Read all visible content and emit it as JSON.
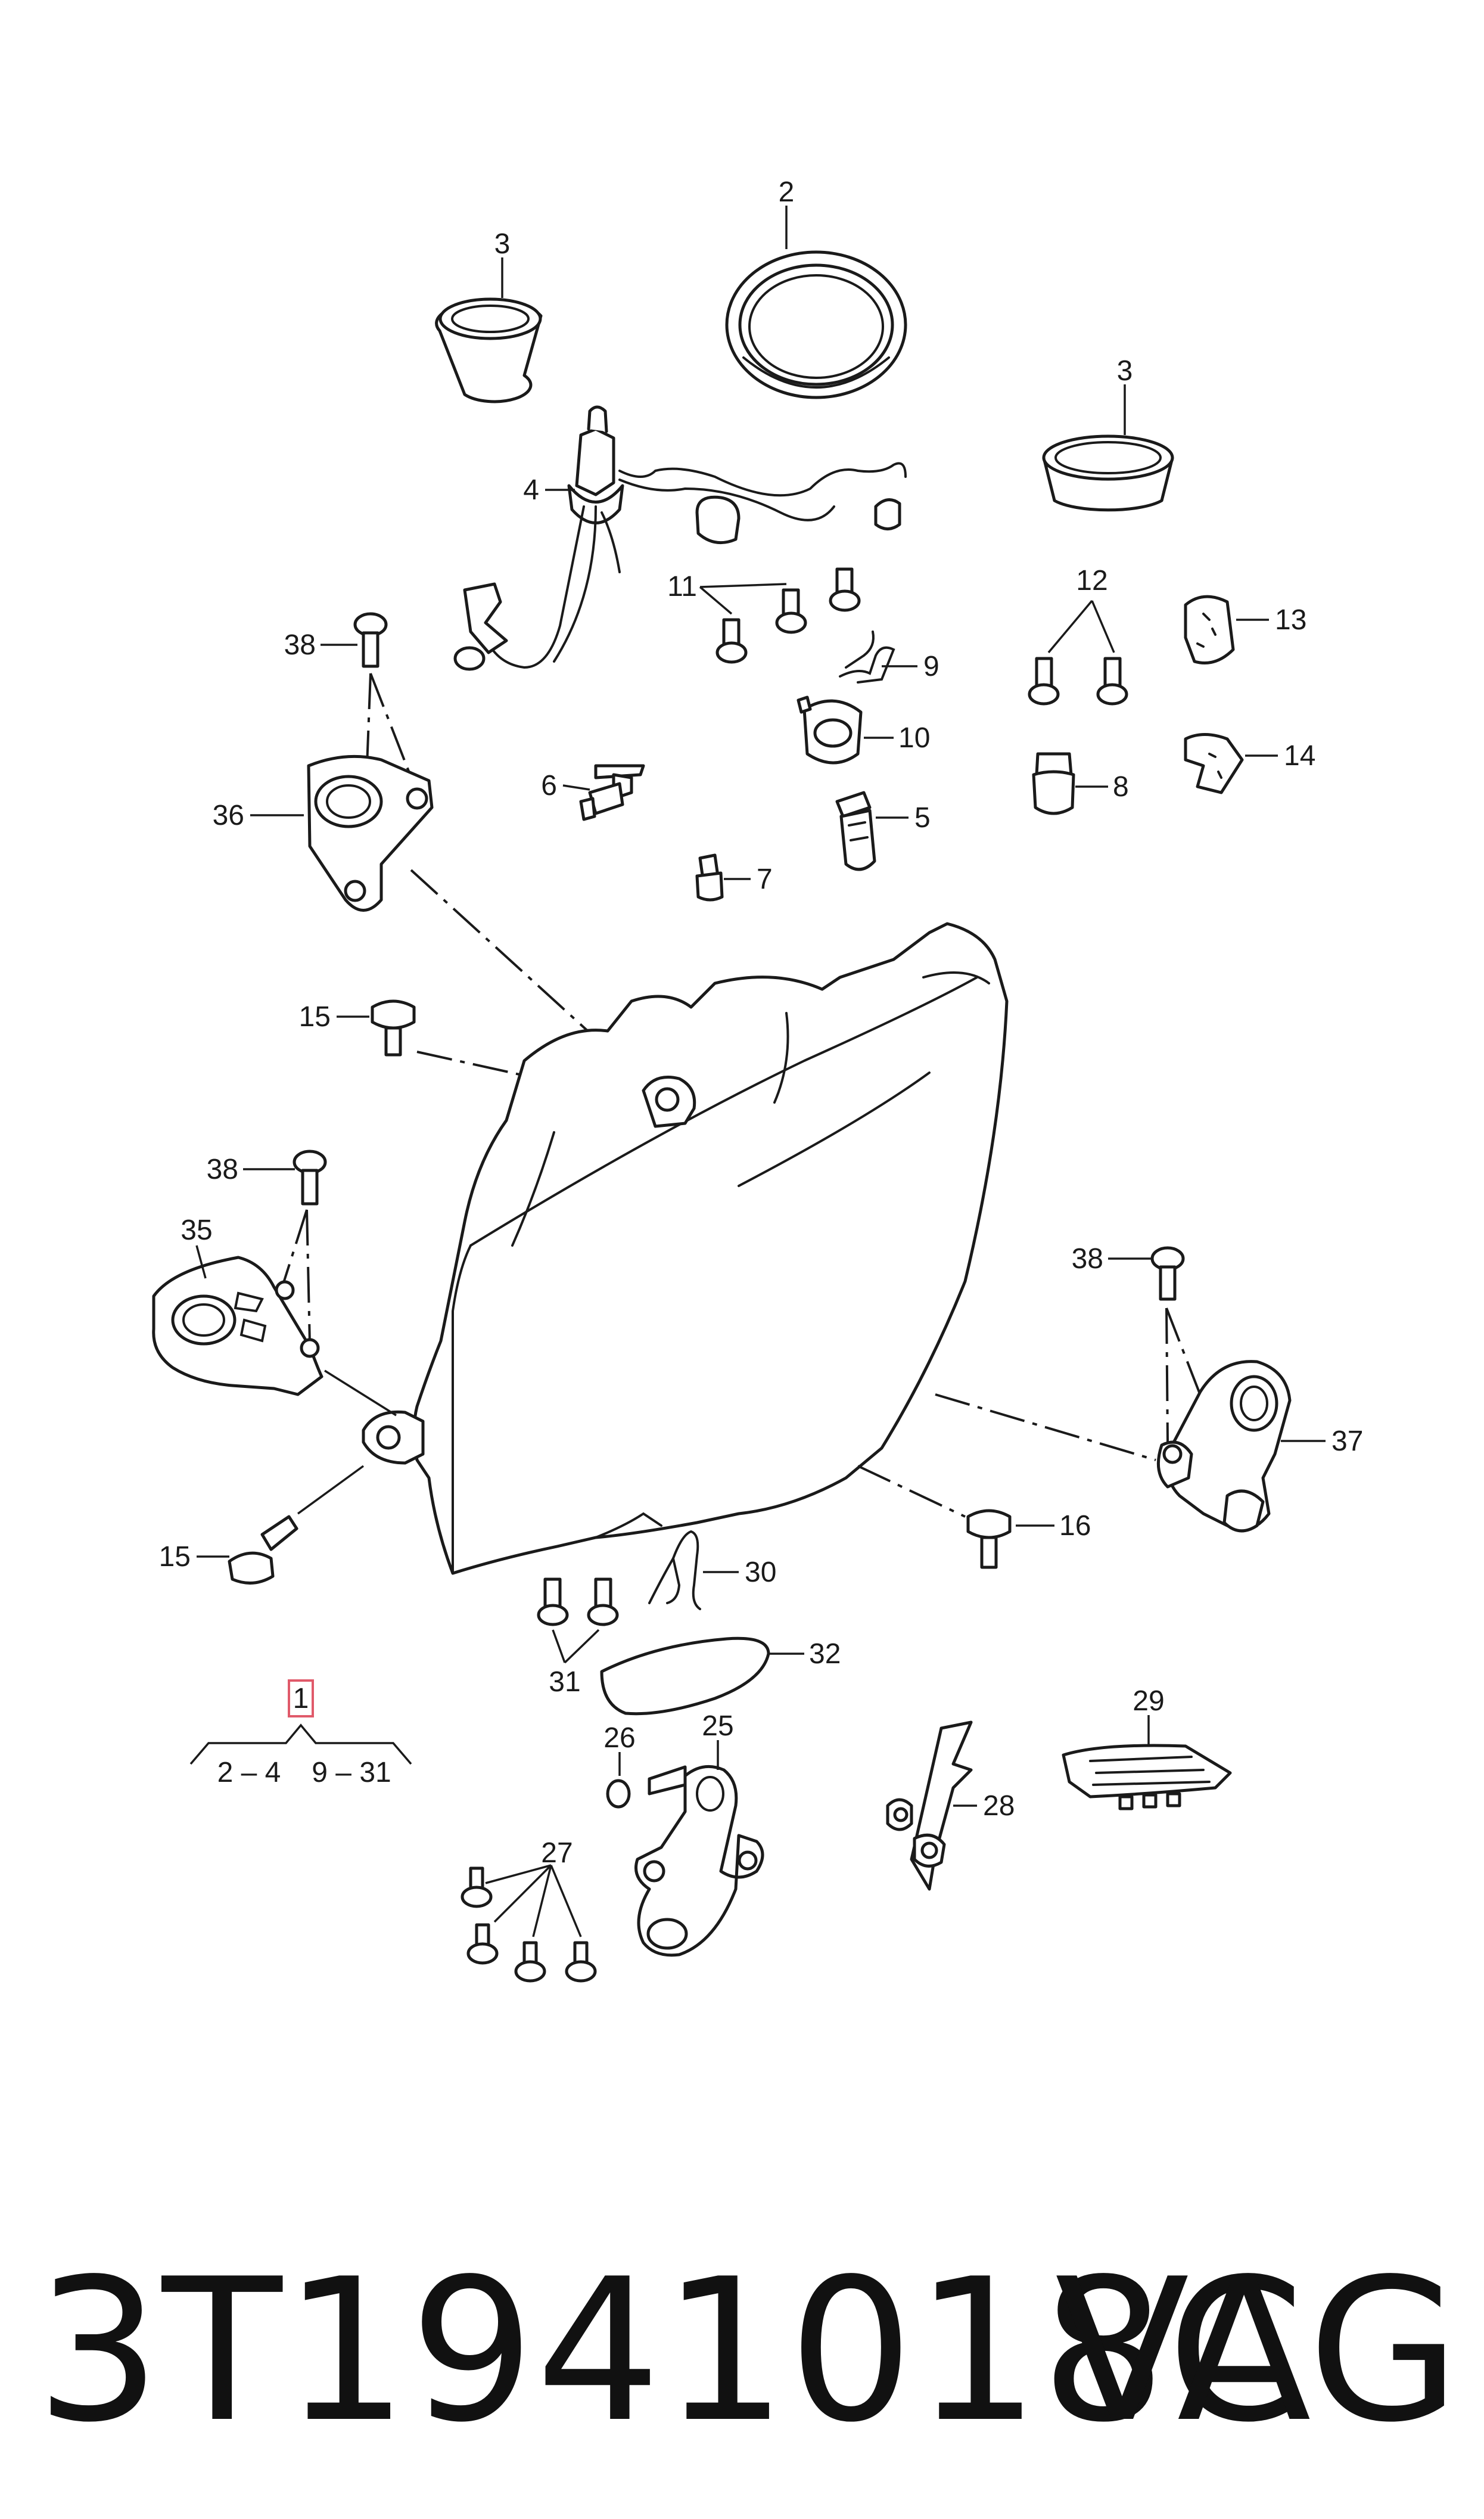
{
  "diagram": {
    "callouts": {
      "c1": "1",
      "c2": "2",
      "c3a": "3",
      "c3b": "3",
      "c4": "4",
      "c5": "5",
      "c6": "6",
      "c7": "7",
      "c8": "8",
      "c9": "9",
      "c10": "10",
      "c11": "11",
      "c12": "12",
      "c13": "13",
      "c14": "14",
      "c15a": "15",
      "c15b": "15",
      "c16": "16",
      "c25": "25",
      "c26": "26",
      "c27": "27",
      "c28": "28",
      "c29": "29",
      "c30": "30",
      "c31": "31",
      "c32": "32",
      "c35": "35",
      "c36": "36",
      "c37": "37",
      "c38a": "38",
      "c38b": "38",
      "c38c": "38"
    },
    "assembly_ranges": {
      "left": "2 – 4",
      "right": "9 – 31"
    },
    "highlight_color": "#e05a6a"
  },
  "footer": {
    "part_number": "3T1941018C",
    "brand": "VAG"
  }
}
